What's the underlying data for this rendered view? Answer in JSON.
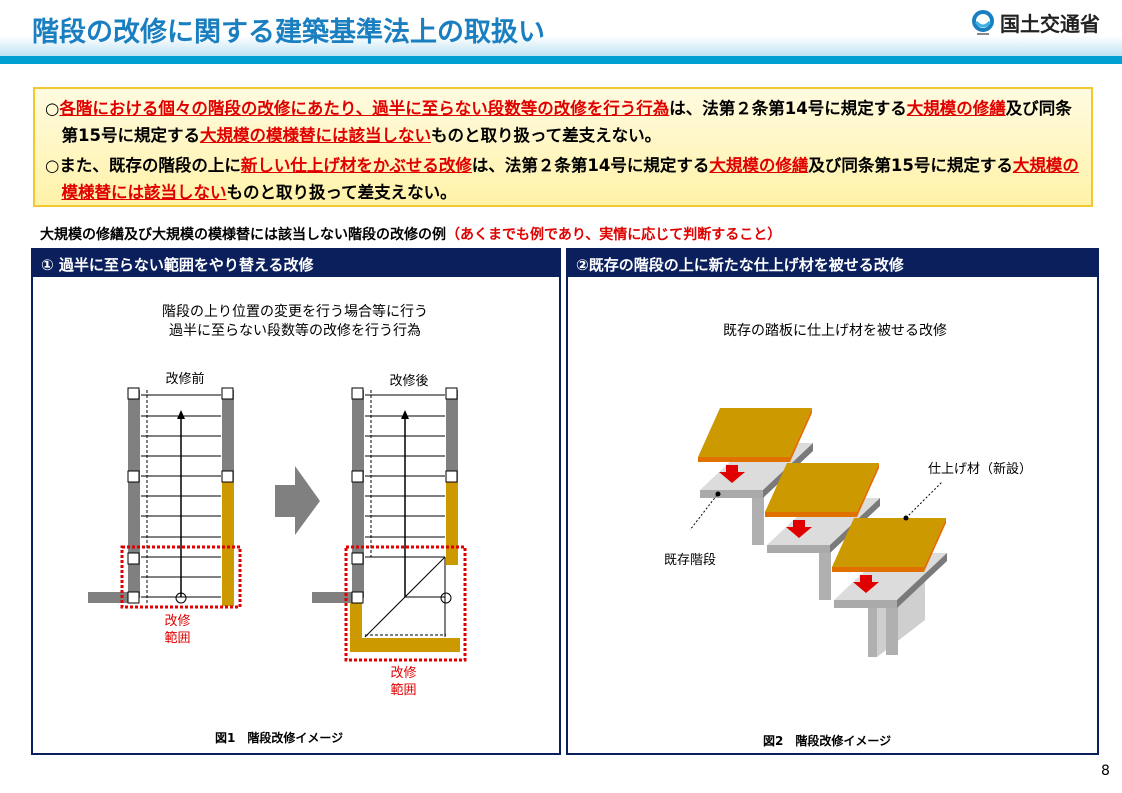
{
  "header": {
    "title": "階段の改修に関する建築基準法上の取扱い",
    "logo_text": "国土交通省"
  },
  "note": {
    "p1": [
      {
        "t": "○",
        "hl": false
      },
      {
        "t": "各階における個々の階段の改修にあたり、過半に至らない段数等の改修を行う行為",
        "hl": true
      },
      {
        "t": "は、法第２条第14号に規定する",
        "hl": false
      },
      {
        "t": "大規模の修繕",
        "hl": true
      },
      {
        "t": "及び同条第15号に規定する",
        "hl": false
      },
      {
        "t": "大規模の模様替には該当しない",
        "hl": true
      },
      {
        "t": "ものと取り扱って差支えない。",
        "hl": false
      }
    ],
    "p2": [
      {
        "t": "○また、既存の階段の上に",
        "hl": false
      },
      {
        "t": "新しい仕上げ材をかぶせる改修",
        "hl": true
      },
      {
        "t": "は、法第２条第14号に規定する",
        "hl": false
      },
      {
        "t": "大規模の修繕",
        "hl": true
      },
      {
        "t": "及び同条第15号に規定する",
        "hl": false
      },
      {
        "t": "大規模の模様替には該当しない",
        "hl": true
      },
      {
        "t": "ものと取り扱って差支えない。",
        "hl": false
      }
    ]
  },
  "examples": {
    "heading": "大規模の修繕及び大規模の模様替には該当しない階段の改修の例",
    "heading_note": "（あくまでも例であり、実情に応じて判断すること）"
  },
  "panel1": {
    "title": "① 過半に至らない範囲をやり替える改修",
    "desc_line1": "階段の上り位置の変更を行う場合等に行う",
    "desc_line2": "過半に至らない段数等の改修を行う行為",
    "before": "改修前",
    "after": "改修後",
    "range_line1": "改修",
    "range_line2": "範囲",
    "caption": "図1　階段改修イメージ"
  },
  "panel2": {
    "title": "②既存の階段の上に新たな仕上げ材を被せる改修",
    "desc": "既存の踏板に仕上げ材を被せる改修",
    "finish_label": "仕上げ材（新設）",
    "existing_label": "既存階段",
    "caption": "図2　階段改修イメージ"
  },
  "page_number": "8",
  "colors": {
    "navy": "#0a1f5c",
    "accent": "#00a0d2",
    "gold": "#cc9900",
    "red": "#e00000"
  }
}
